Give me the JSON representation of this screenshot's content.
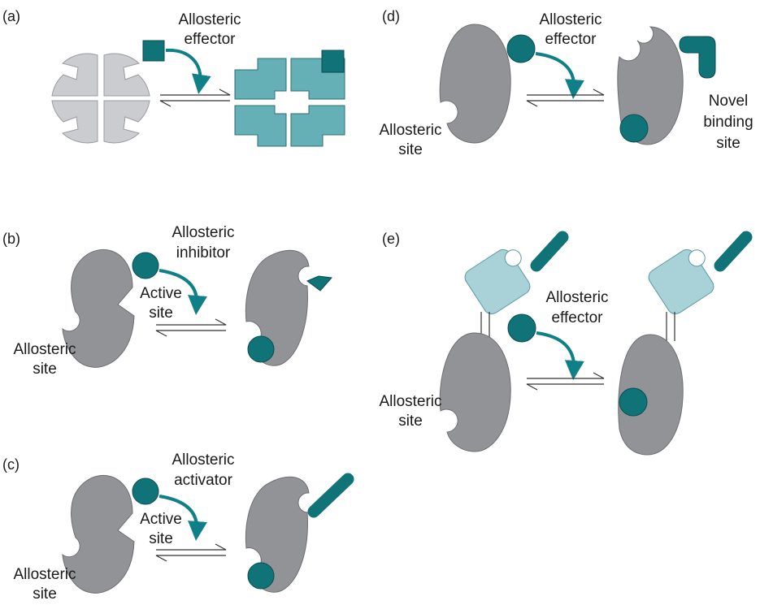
{
  "colors": {
    "teal": "#0f7378",
    "teal_light": "#65afb6",
    "light_blue": "#a9d2d8",
    "grey": "#929397",
    "light_grey": "#cbcccf",
    "arrow": "#0f8088"
  },
  "panels": {
    "a": {
      "tag": "(a)",
      "effector": [
        "Allosteric",
        "effector"
      ]
    },
    "b": {
      "tag": "(b)",
      "effector": [
        "Allosteric",
        "inhibitor"
      ],
      "active_site": [
        "Active",
        "site"
      ],
      "allosteric_site": [
        "Allosteric",
        "site"
      ]
    },
    "c": {
      "tag": "(c)",
      "effector": [
        "Allosteric",
        "activator"
      ],
      "active_site": [
        "Active",
        "site"
      ],
      "allosteric_site": [
        "Allosteric",
        "site"
      ]
    },
    "d": {
      "tag": "(d)",
      "effector": [
        "Allosteric",
        "effector"
      ],
      "allosteric_site": [
        "Allosteric",
        "site"
      ],
      "novel_site": [
        "Novel",
        "binding",
        "site"
      ]
    },
    "e": {
      "tag": "(e)",
      "effector": [
        "Allosteric",
        "effector"
      ],
      "allosteric_site": [
        "Allosteric",
        "site"
      ]
    }
  }
}
